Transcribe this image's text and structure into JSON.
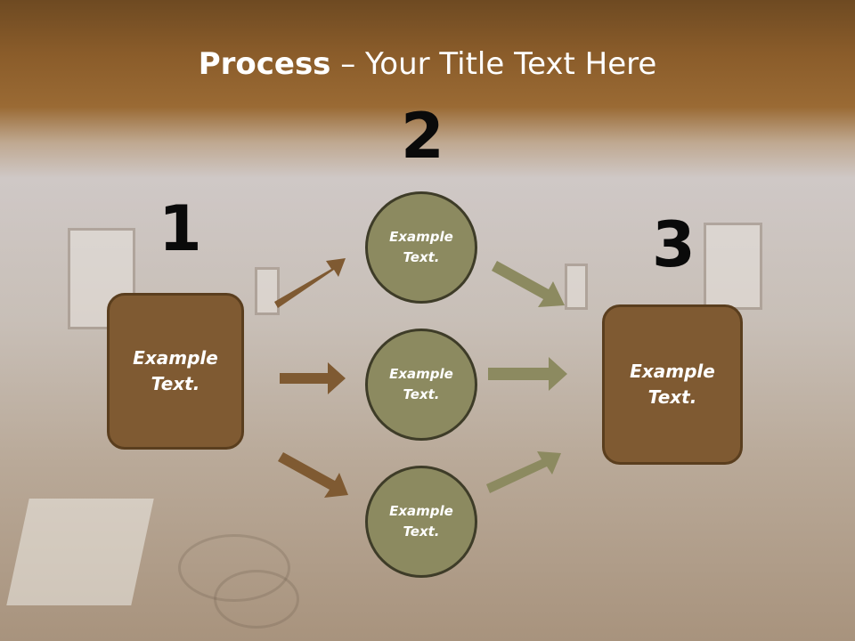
{
  "title": {
    "bold": "Process",
    "rest": " – Your Title Text Here"
  },
  "steps": [
    {
      "number": "1",
      "label": "Example\nText."
    },
    {
      "number": "2",
      "label": "Example\nText."
    },
    {
      "number": "3",
      "label": "Example\nText."
    }
  ],
  "circles": [
    {
      "label": "Example\nText."
    },
    {
      "label": "Example\nText."
    },
    {
      "label": "Example\nText."
    }
  ],
  "colors": {
    "header": "#7a5428",
    "box_fill": "#7f5a32",
    "circle_fill": "#8c8a60",
    "brown_arrow": "#7f5a32",
    "olive_arrow": "#8c8a60"
  }
}
